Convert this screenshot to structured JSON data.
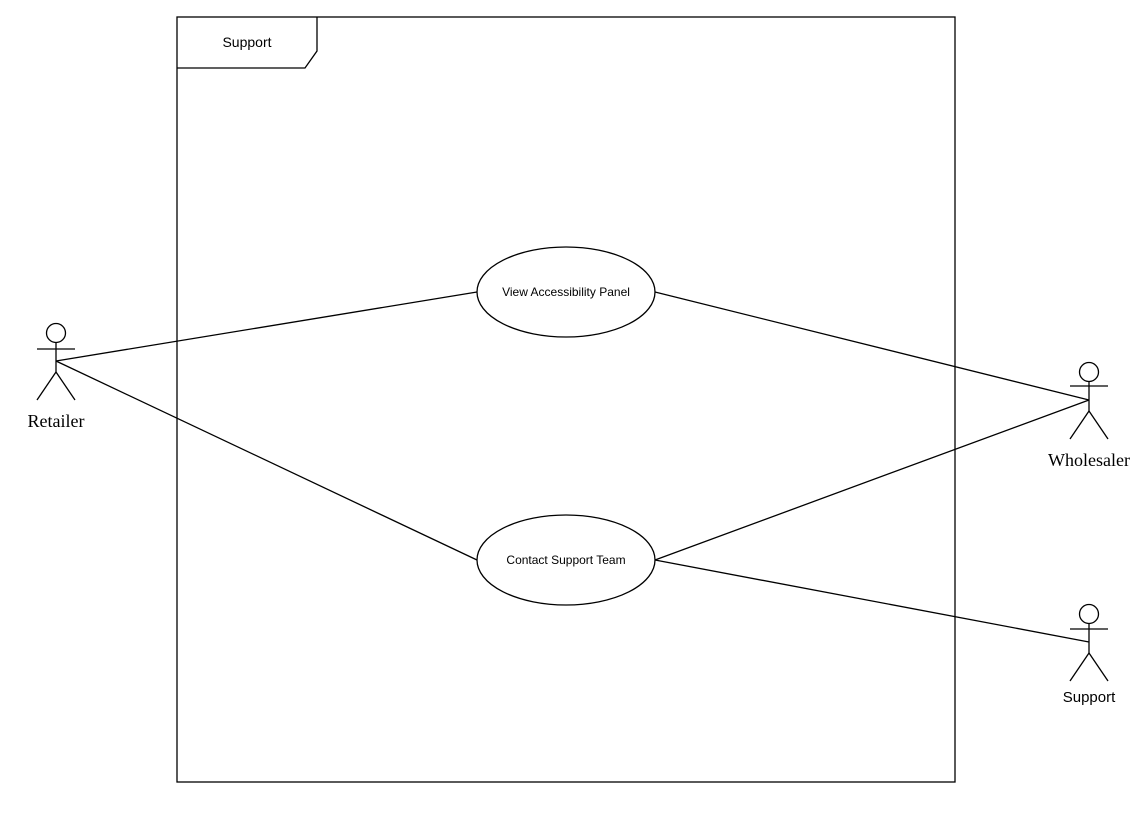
{
  "diagram": {
    "system_boundary": {
      "label": "Support"
    },
    "use_cases": [
      {
        "label": "View Accessibility Panel"
      },
      {
        "label": "Contact Support Team"
      }
    ],
    "actors": [
      {
        "label": "Retailer"
      },
      {
        "label": "Wholesaler"
      },
      {
        "label": "Support"
      }
    ]
  }
}
